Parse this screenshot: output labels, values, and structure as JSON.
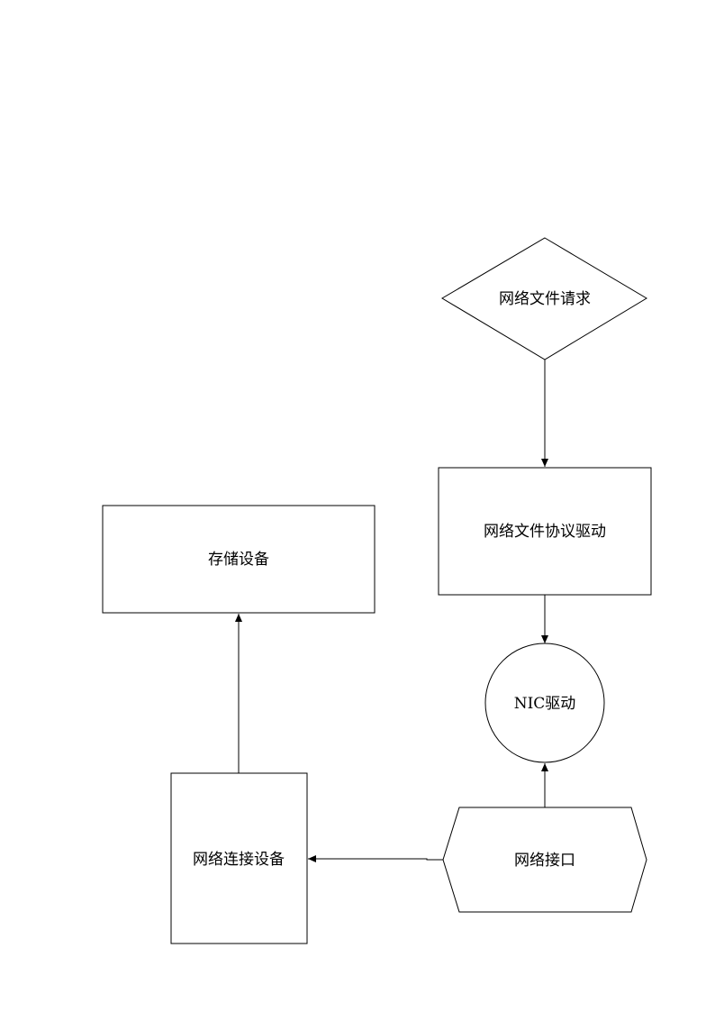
{
  "diagram": {
    "nodes": {
      "network_file_request": {
        "label": "网络文件请求",
        "shape": "diamond"
      },
      "network_file_protocol_driver": {
        "label": "网络文件协议驱动",
        "shape": "rectangle"
      },
      "nic_driver": {
        "label": "NIC驱动",
        "shape": "circle"
      },
      "network_interface": {
        "label": "网络接口",
        "shape": "hexagon"
      },
      "network_connection_device": {
        "label": "网络连接设备",
        "shape": "rectangle"
      },
      "storage_device": {
        "label": "存储设备",
        "shape": "rectangle"
      }
    },
    "edges": [
      {
        "from": "network_file_request",
        "to": "network_file_protocol_driver"
      },
      {
        "from": "network_file_protocol_driver",
        "to": "nic_driver"
      },
      {
        "from": "network_interface",
        "to": "nic_driver"
      },
      {
        "from": "network_interface",
        "to": "network_connection_device"
      },
      {
        "from": "network_connection_device",
        "to": "storage_device"
      }
    ]
  }
}
